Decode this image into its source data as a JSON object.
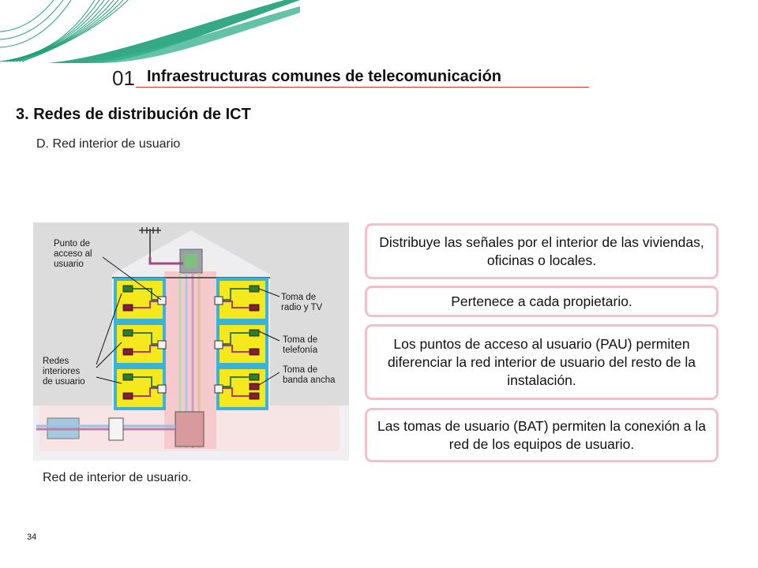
{
  "header": {
    "chapter_number": "01",
    "chapter_title": "Infraestructuras comunes de telecomunicación"
  },
  "section": {
    "title": "3. Redes de distribución de ICT",
    "subsection": "D. Red interior de usuario"
  },
  "figure": {
    "caption": "Red de interior de usuario.",
    "labels": {
      "pau_l1": "Punto de",
      "pau_l2": "acceso al",
      "pau_l3": "usuario",
      "redes_l1": "Redes",
      "redes_l2": "interiores",
      "redes_l3": "de usuario",
      "radio_l1": "Toma de",
      "radio_l2": "radio y TV",
      "tel_l1": "Toma de",
      "tel_l2": "telefonía",
      "banda_l1": "Toma de",
      "banda_l2": "banda ancha"
    }
  },
  "info_boxes": [
    "Distribuye las señales por el interior de las viviendas, oficinas o locales.",
    "Pertenece a cada propietario.",
    "Los puntos de acceso al usuario (PAU) permiten diferenciar la red interior de usuario del resto de la instalación.",
    "Las tomas de usuario (BAT) permiten la conexión a la red de los equipos de usuario."
  ],
  "footer": {
    "page_number": "34"
  },
  "colors": {
    "accent_green": "#1f9e78",
    "rule_red": "#d9372b",
    "box_border_pink": "#f2c0c8",
    "apartment_yellow": "#f5e91e",
    "apartment_border_blue": "#39b4d8"
  }
}
